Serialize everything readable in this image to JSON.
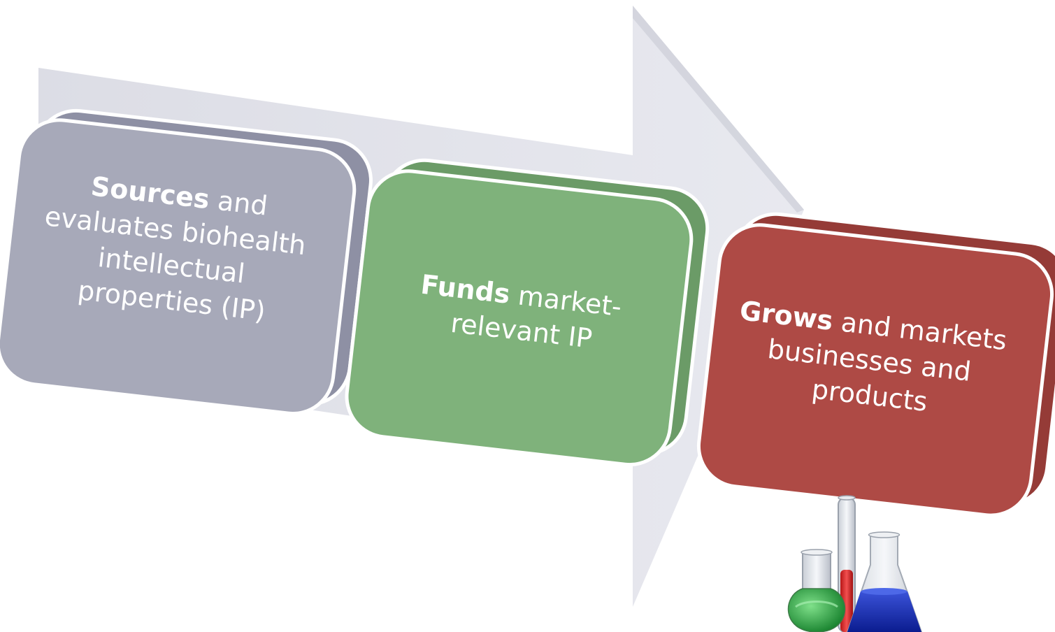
{
  "steps": [
    {
      "keyword": "Sources",
      "lines": [
        " and",
        "evaluates biohealth",
        "intellectual",
        "properties (IP)"
      ],
      "color": "#a7a9b9"
    },
    {
      "keyword": "Funds",
      "lines": [
        " market-",
        "relevant IP"
      ],
      "color": "#7fb27b"
    },
    {
      "keyword": "Grows",
      "lines": [
        " and markets",
        "businesses and",
        "products"
      ],
      "color": "#ae4a45"
    }
  ],
  "arrow_color": "#e1e2e9",
  "icons": [
    "lab-glassware-icon"
  ]
}
